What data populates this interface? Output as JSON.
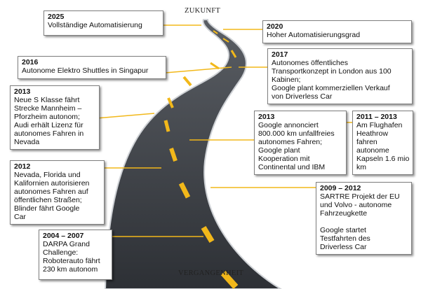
{
  "top_label": "ZUKUNFT",
  "bottom_label": "VERGANGENHEIT",
  "milestones": [
    {
      "year": "2025",
      "text": "Vollständige Automatisierung"
    },
    {
      "year": "2020",
      "text": "Hoher Automatisierungsgrad"
    },
    {
      "year": "2016",
      "text": "Autonome Elektro Shuttles in Singapur"
    },
    {
      "year": "2017",
      "text": "Autonomes öffentliches\nTransportkonzept in London aus 100\nKabinen;\nGoogle plant kommerziellen Verkauf\nvon Driverless Car"
    },
    {
      "year": "2013",
      "text": "Neue S Klasse  fährt\nStrecke Mannheim –\nPforzheim autonom;\nAudi erhält Lizenz für\nautonomes Fahren in\nNevada"
    },
    {
      "year": "2013",
      "text": "Google annonciert\n800.000 km unfallfreies\nautonomes Fahren;\nGoogle plant\nKooperation mit\nContinental und IBM"
    },
    {
      "year": "2011 – 2013",
      "text": "Am Flughafen\nHeathrow\nfahren\nautonome\nKapseln 1.6 mio\nkm"
    },
    {
      "year": "2012",
      "text": "Nevada, Florida und\nKalifornien autorisieren\nautonomes Fahren auf\nöffentlichen Straßen;\nBlinder fährt Google\nCar"
    },
    {
      "year": "2009 – 2012",
      "text": "SARTRE Projekt der EU\nund Volvo - autonome\nFahrzeugkette\n\nGoogle startet\nTestfahrten des\nDriverless Car"
    },
    {
      "year": "2004 – 2007",
      "text": "DARPA Grand\nChallenge:\nRoboterauto fährt\n230 km autonom"
    }
  ],
  "colors": {
    "road": "#3f4247",
    "road_edge": "#d9d9d9",
    "dash": "#f2b81a",
    "connector": "#f2b81a"
  }
}
